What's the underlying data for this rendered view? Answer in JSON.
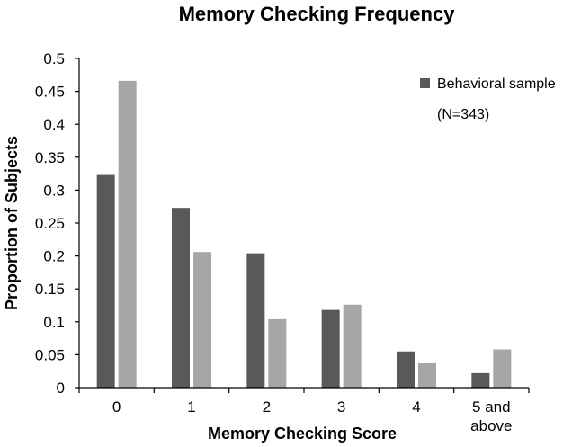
{
  "chart_data": {
    "type": "bar",
    "title": "Memory Checking Frequency",
    "xlabel": "Memory Checking Score",
    "ylabel": "Proportion of Subjects",
    "categories": [
      "0",
      "1",
      "2",
      "3",
      "4",
      "5 and above"
    ],
    "ylim": [
      0,
      0.5
    ],
    "yticks": [
      "0",
      "0.05",
      "0.1",
      "0.15",
      "0.2",
      "0.25",
      "0.3",
      "0.35",
      "0.4",
      "0.45",
      "0.5"
    ],
    "grid": false,
    "legend_position": "top-right",
    "series": [
      {
        "name": "Behavioral sample",
        "values": [
          0.323,
          0.273,
          0.204,
          0.118,
          0.055,
          0.022
        ],
        "color": "#595959"
      },
      {
        "values": [
          0.466,
          0.206,
          0.104,
          0.126,
          0.037,
          0.058
        ],
        "color": "#a6a6a6"
      }
    ],
    "legend": {
      "label": "Behavioral sample",
      "note": "(N=343)"
    }
  }
}
